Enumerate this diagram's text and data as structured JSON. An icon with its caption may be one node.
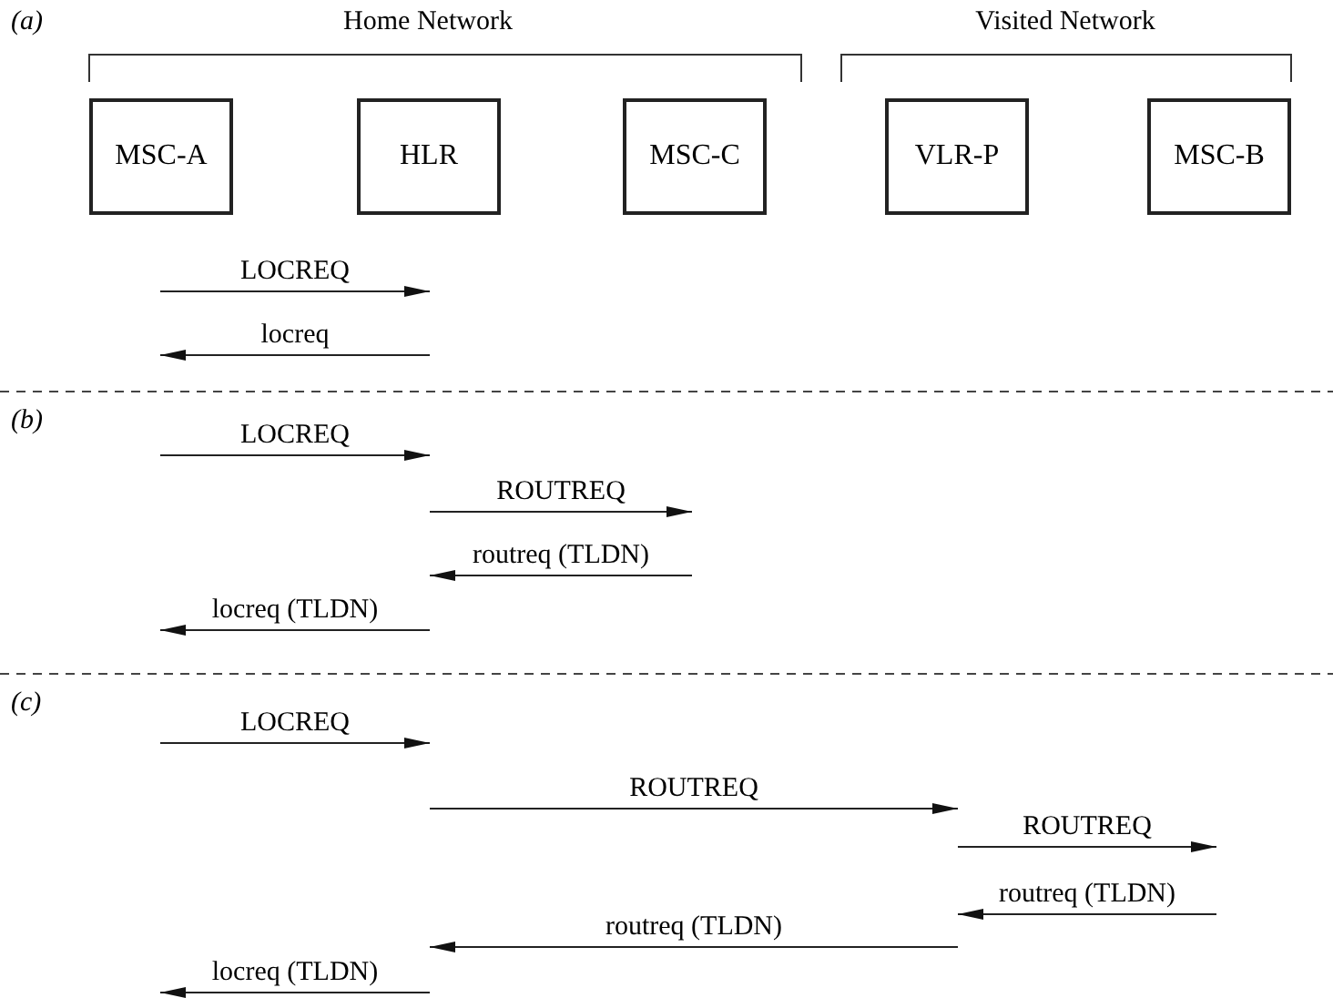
{
  "diagram": {
    "nodes": [
      {
        "text": [
          "MSC-A"
        ]
      },
      {
        "text": [
          "HLR"
        ]
      },
      {
        "text": [
          "MSC-C"
        ]
      },
      {
        "text": [
          "VLR-P"
        ]
      },
      {
        "text": [
          "MSC-B"
        ]
      }
    ],
    "labels": [
      "(a)",
      "Home Network",
      "Visited Network",
      "LOCREQ",
      "locreq",
      "(b)",
      "LOCREQ",
      "ROUTREQ",
      "routreq (TLDN)",
      "locreq (TLDN)",
      "(c)",
      "LOCREQ",
      "ROUTREQ",
      "ROUTREQ",
      "routreq (TLDN)",
      "routreq (TLDN)",
      "locreq (TLDN)"
    ]
  }
}
